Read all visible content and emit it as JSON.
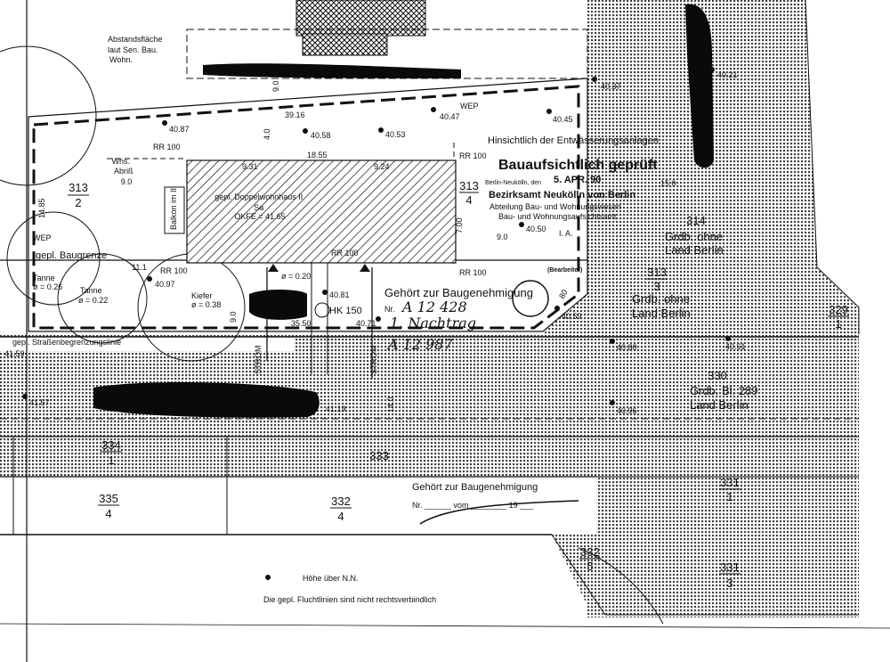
{
  "plan": {
    "colors": {
      "ink": "#111111",
      "paper": "#ffffff"
    },
    "labels": {
      "abstandsflaeche": [
        "Abstandsfläche",
        "laut  Sen. Bau.",
        "Wohn."
      ],
      "house": [
        "gepl. Doppelwohnhaus II",
        "Sa",
        "OKFE = 41.65"
      ],
      "whs_abriss": [
        "Whs.",
        "Abriß",
        "9.0"
      ],
      "balkon": "Balkon im II",
      "baugrenze": "gepl. Baugrenze",
      "strassenbegrenzung": "gepl. Straßenbegrenzungslinie",
      "wep1": "WEP",
      "wep2": "WEP",
      "strom1": "STROM",
      "strom2": "STROM",
      "hk": "HK 150",
      "trees": [
        {
          "name": "Tanne",
          "d": "ø = 0.26"
        },
        {
          "name": "Tanne",
          "d": "ø = 0.22"
        },
        {
          "name": "Kiefer",
          "d": "ø = 0.38"
        },
        {
          "name": "",
          "d": "ø = 0.20"
        }
      ]
    },
    "dimensions": [
      "39.16",
      "18.55",
      "9.31",
      "9.24",
      "9.0",
      "4.0",
      "14.85",
      "11.1",
      "7.00",
      "9.0",
      "15.0",
      "14.0",
      "9.0",
      "35.50",
      "80"
    ],
    "rr": [
      "RR 100",
      "RR 100",
      "RR 100",
      "RR 100",
      "RR 100"
    ],
    "elevations": [
      "40.87",
      "40.58",
      "40.53",
      "40.47",
      "40.45",
      "40.37",
      "40.21",
      "40.97",
      "40.81",
      "40.71",
      "40.59",
      "40.80",
      "40.61",
      "41.59",
      "41.57",
      "41.19",
      "40.96",
      "40.50"
    ],
    "parcels": [
      {
        "num": "313",
        "den": "2"
      },
      {
        "num": "313",
        "den": "4"
      },
      {
        "num": "313",
        "den": "3"
      },
      {
        "num": "329",
        "den": "1"
      },
      {
        "num": "334",
        "den": "1"
      },
      {
        "num": "335",
        "den": "4"
      },
      {
        "num": "332",
        "den": "4"
      },
      {
        "num": "331",
        "den": "1"
      },
      {
        "num": "332",
        "den": "5"
      },
      {
        "num": "331",
        "den": "3"
      }
    ],
    "parcel_plain": {
      "p314": "314",
      "p330": "330",
      "p333": "333"
    },
    "owners": {
      "o314": [
        "Grdb. ohne",
        "Land Berlin"
      ],
      "o313": [
        "Grdb. ohne",
        "Land Berlin"
      ],
      "o330": [
        "Grdb. Bl. 289",
        "Land Berlin"
      ]
    },
    "stamp": {
      "line1": "Hinsichtlich der Entwässerungsanlagen",
      "line2": "Bauaufsichtlich geprüft",
      "date": "5. APR. 90",
      "place": "Berlin-Neukölln, den",
      "line3": "Bezirksamt Neukölln von Berlin",
      "line4": "Abteilung Bau- und Wohnungswesen",
      "line5": "Bau- und Wohnungsaufsichtsamt",
      "ia": "I. A.",
      "bearbeiter": "(Bearbeiter)"
    },
    "approval1": {
      "title": "Gehört zur Baugenehmigung",
      "nr_prefix": "Nr.",
      "nr": "A 12 428",
      "nachtrag": "1. Nachtrag",
      "ref": "A 12 987"
    },
    "approval2": {
      "title": "Gehört zur Baugenehmigung",
      "line": "Nr. ______ vom ________ 19 ___"
    },
    "legend": {
      "marker": "Höhe über N.N.",
      "note": "Die gepl. Fluchtlinien sind nicht rechtsverbindlich"
    }
  }
}
